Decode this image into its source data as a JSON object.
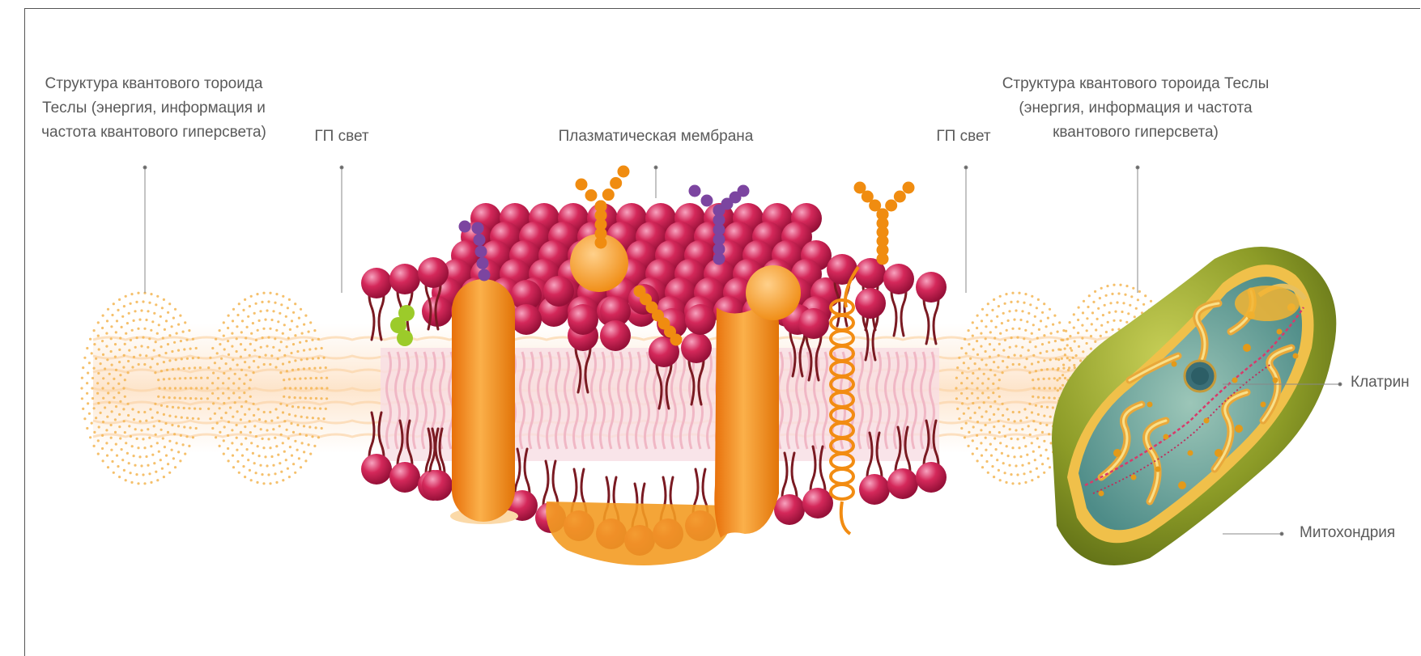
{
  "labels": {
    "tesla_left": [
      "Структура квантового тороида",
      "Теслы (энергия, информация и",
      "частота квантового гиперсвета)"
    ],
    "gp_light_left": "ГП свет",
    "membrane": "Плазматическая мембрана",
    "gp_light_right": "ГП свет",
    "tesla_right": [
      "Структура квантового тороида Теслы",
      "(энергия, информация и частота",
      "квантового гиперсвета)"
    ],
    "clathrin": "Клатрин",
    "mitochondria": "Митохондрия"
  },
  "colors": {
    "head": "#d4285a",
    "head_dark": "#a8123f",
    "tail": "#7a1a22",
    "protein": "#f28c12",
    "glyco_orange": "#f08c10",
    "glyco_purple": "#7c45a0",
    "torus": "#f3b552",
    "mito_outer": "#8a9a28",
    "mito_inner": "#d7a13a",
    "matrix": "#5f9e98",
    "leader": "#888888"
  },
  "icons": [
    "tesla-torus-icon",
    "plasma-membrane-icon",
    "mitochondrion-icon"
  ]
}
